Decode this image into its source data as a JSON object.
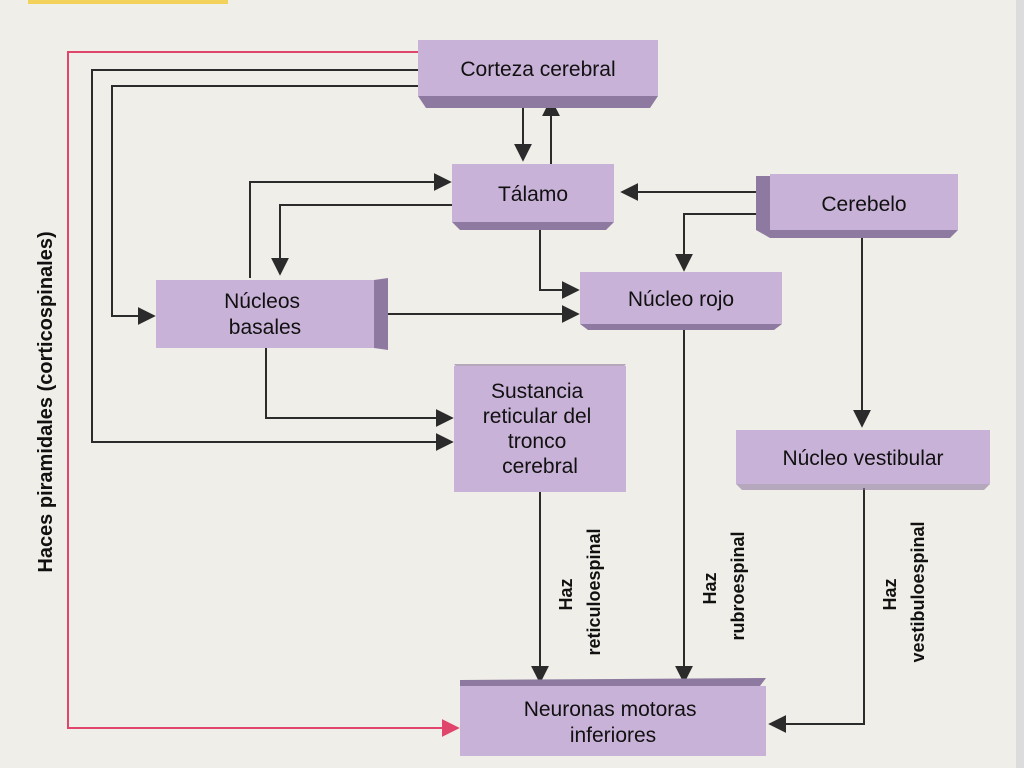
{
  "boxes": {
    "corteza": [
      "Corteza cerebral"
    ],
    "talamo": [
      "Tálamo"
    ],
    "cerebelo": [
      "Cerebelo"
    ],
    "nucleos_basales": [
      "Núcleos",
      "basales"
    ],
    "nucleo_rojo": [
      "Núcleo rojo"
    ],
    "sustancia": [
      "Sustancia",
      "reticular del",
      "tronco",
      "cerebral"
    ],
    "vestibular": [
      "Núcleo vestibular"
    ],
    "neuronas": [
      "Neuronas motoras",
      "inferiores"
    ]
  },
  "tracts": {
    "reticuloespinal": [
      "Haz",
      "reticuloespinal"
    ],
    "rubroespinal": [
      "Haz",
      "rubroespinal"
    ],
    "vestibuloespinal": [
      "Haz",
      "vestibuloespinal"
    ],
    "piramidales": "Haces piramidales (corticospinales)"
  },
  "colors": {
    "box_fill": "#c9b2d8",
    "box_side": "#8e7aa0",
    "line": "#2b2b2b",
    "pyramidal_line": "#e0456c"
  }
}
